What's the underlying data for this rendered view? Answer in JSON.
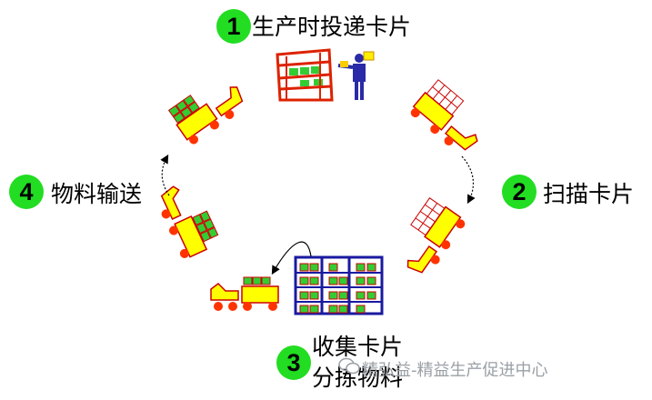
{
  "steps": [
    {
      "number": "1",
      "label": "生产时投递卡片"
    },
    {
      "number": "2",
      "label": "扫描卡片"
    },
    {
      "number": "3",
      "label_line1": "收集卡片",
      "label_line2": "分拣物料"
    },
    {
      "number": "4",
      "label": "物料输送"
    }
  ],
  "watermark": "精弘益-精益生产促进中心",
  "colors": {
    "step_circle": "#22dd22",
    "cart_body": "#ffff00",
    "cart_outline": "#cc0000",
    "wheel": "#ff3300",
    "box": "#33cc33",
    "rack": "#1a1aa0",
    "worker": "#2a2aa8",
    "card": "#ffee00"
  }
}
